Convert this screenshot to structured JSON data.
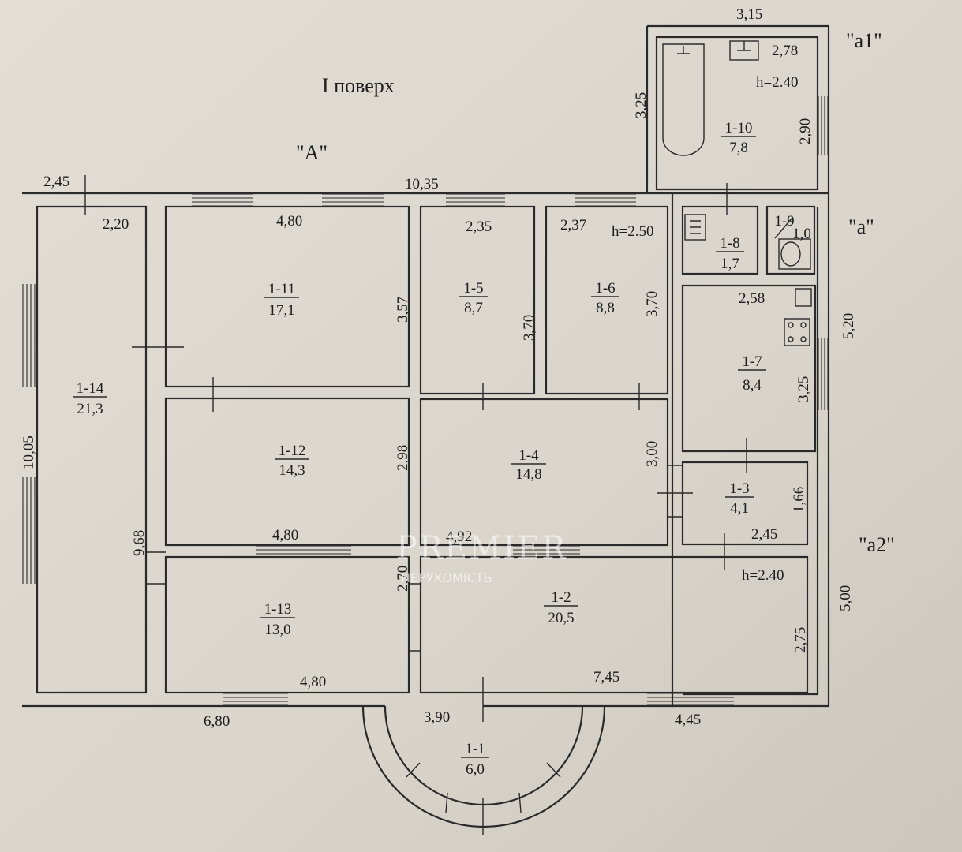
{
  "header": {
    "floor_title": "I поверх"
  },
  "blocks": {
    "a": "\"A\"",
    "a_small": "\"a\"",
    "a1": "\"a1\"",
    "a2": "\"a2\""
  },
  "heights": {
    "main": "h=2.50",
    "a1": "h=2.40",
    "a2": "h=2.40"
  },
  "rooms": {
    "r1_1": {
      "id": "1-1",
      "area": "6,0"
    },
    "r1_2": {
      "id": "1-2",
      "area": "20,5"
    },
    "r1_3": {
      "id": "1-3",
      "area": "4,1"
    },
    "r1_4": {
      "id": "1-4",
      "area": "14,8"
    },
    "r1_5": {
      "id": "1-5",
      "area": "8,7"
    },
    "r1_6": {
      "id": "1-6",
      "area": "8,8"
    },
    "r1_7": {
      "id": "1-7",
      "area": "8,4"
    },
    "r1_8": {
      "id": "1-8",
      "area": "1,7"
    },
    "r1_9": {
      "id": "1-9",
      "area": "1,0"
    },
    "r1_10": {
      "id": "1-10",
      "area": "7,8"
    },
    "r1_11": {
      "id": "1-11",
      "area": "17,1"
    },
    "r1_12": {
      "id": "1-12",
      "area": "14,3"
    },
    "r1_13": {
      "id": "1-13",
      "area": "13,0"
    },
    "r1_14": {
      "id": "1-14",
      "area": "21,3"
    }
  },
  "dims": {
    "d_245_top": "2,45",
    "d_1035": "10,35",
    "d_220": "2,20",
    "d_480_a": "4,80",
    "d_235": "2,35",
    "d_237": "2,37",
    "d_357": "3,57",
    "d_370_a": "3,70",
    "d_370_b": "3,70",
    "d_1005": "10,05",
    "d_968": "9,68",
    "d_298": "2,98",
    "d_300": "3,00",
    "d_480_b": "4,80",
    "d_492": "4,92",
    "d_270": "2,70",
    "d_480_c": "4,80",
    "d_745": "7,45",
    "d_680": "6,80",
    "d_390": "3,90",
    "d_445": "4,45",
    "d_275": "2,75",
    "d_500": "5,00",
    "d_245_b": "2,45",
    "d_166": "1,66",
    "d_258": "2,58",
    "d_520": "5,20",
    "d_325_b": "3,25",
    "d_315": "3,15",
    "d_278": "2,78",
    "d_325_a": "3,25",
    "d_290": "2,90"
  },
  "watermark": {
    "brand": "PREMIER",
    "subtitle": "НЕРУХОМІСТЬ"
  }
}
